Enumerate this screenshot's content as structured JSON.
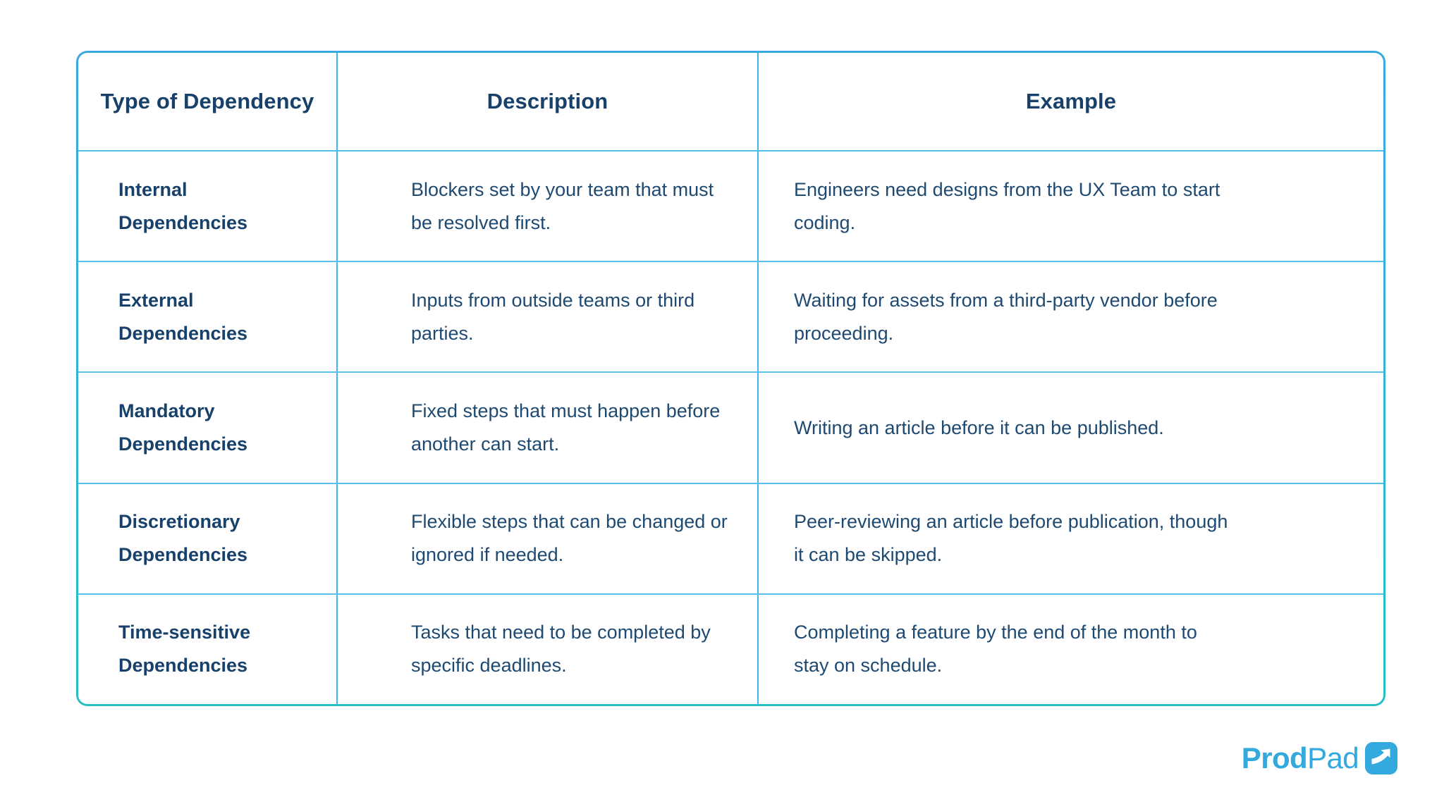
{
  "table": {
    "columns": [
      {
        "key": "type",
        "label": "Type of Dependency"
      },
      {
        "key": "description",
        "label": "Description"
      },
      {
        "key": "example",
        "label": "Example"
      }
    ],
    "rows": [
      {
        "type": "Internal Dependencies",
        "description": "Blockers set by your team that must be resolved first.",
        "example": "Engineers need designs from the UX Team to start coding."
      },
      {
        "type": "External Dependencies",
        "description": "Inputs from outside teams or third parties.",
        "example": "Waiting for assets from a third-party vendor before proceeding."
      },
      {
        "type": "Mandatory Dependencies",
        "description": "Fixed steps that must happen before another can start.",
        "example": "Writing an article before it can be published."
      },
      {
        "type": "Discretionary Dependencies",
        "description": "Flexible steps that can be changed or ignored if needed.",
        "example": "Peer-reviewing an article before publication, though it can be skipped."
      },
      {
        "type": "Time-sensitive Dependencies",
        "description": "Tasks that need to be completed by specific deadlines.",
        "example": "Completing a feature by the end of the month to stay on schedule."
      }
    ]
  },
  "branding": {
    "wordmark_bold": "Prod",
    "wordmark_light": "Pad",
    "logo_icon": "prodpad-arrow-icon"
  },
  "colors": {
    "border_top": "#3aa9e0",
    "border_bottom": "#28bfc1",
    "divider": "#56c1ea",
    "heading_text": "#17416b",
    "body_text": "#1e4a72",
    "brand": "#33a9dd"
  }
}
